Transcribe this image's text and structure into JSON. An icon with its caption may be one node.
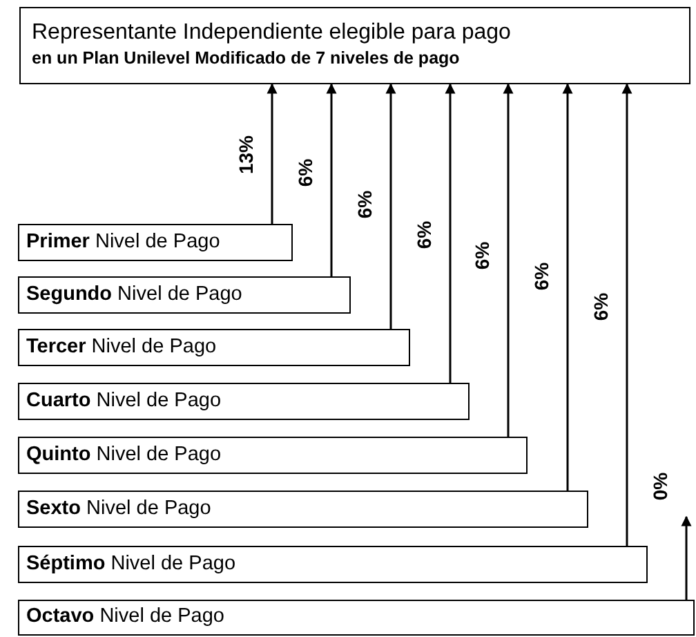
{
  "diagram": {
    "nodes": [
      {
        "text": [
          "Representante Independiente elegible para pago",
          "en un Plan Unilevel Modificado de 7 niveles de pago"
        ]
      },
      {
        "text": [
          "**Primer** Nivel de Pago"
        ]
      },
      {
        "text": [
          "**Segundo** Nivel de Pago"
        ]
      },
      {
        "text": [
          "**Tercer** Nivel de Pago"
        ]
      },
      {
        "text": [
          "**Cuarto** Nivel de Pago"
        ]
      },
      {
        "text": [
          "**Quinto** Nivel de Pago"
        ]
      },
      {
        "text": [
          "**Sexto** Nivel de Pago"
        ]
      },
      {
        "text": [
          "**Séptimo** Nivel de Pago"
        ]
      },
      {
        "text": [
          "**Octavo** Nivel de Pago"
        ]
      }
    ],
    "edges": [
      {
        "from": 1,
        "to": 0,
        "arrow": "to",
        "label": "13%"
      },
      {
        "from": 2,
        "to": 0,
        "arrow": "to",
        "label": "6%"
      },
      {
        "from": 3,
        "to": 0,
        "arrow": "to",
        "label": "6%"
      },
      {
        "from": 4,
        "to": 0,
        "arrow": "to",
        "label": "6%"
      },
      {
        "from": 5,
        "to": 0,
        "arrow": "to",
        "label": "6%"
      },
      {
        "from": 6,
        "to": 0,
        "arrow": "to",
        "label": "6%"
      },
      {
        "from": 7,
        "to": 0,
        "arrow": "to",
        "label": "6%"
      },
      {
        "from": 8,
        "to": null,
        "arrow": "to",
        "label": "0%"
      }
    ]
  }
}
